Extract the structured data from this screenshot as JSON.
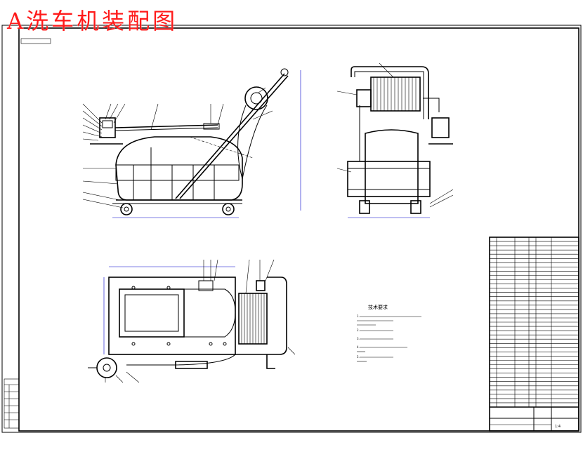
{
  "title": "A洗车机装配图",
  "tech_requirements": {
    "heading": "技术要求",
    "items": [
      "1.",
      "2.",
      "3.",
      "4.",
      "5."
    ]
  },
  "title_block": {
    "drawing_no": "1:4"
  },
  "colors": {
    "title_red": "#ff1a1a",
    "line": "#000000",
    "dim": "#0000cc"
  }
}
